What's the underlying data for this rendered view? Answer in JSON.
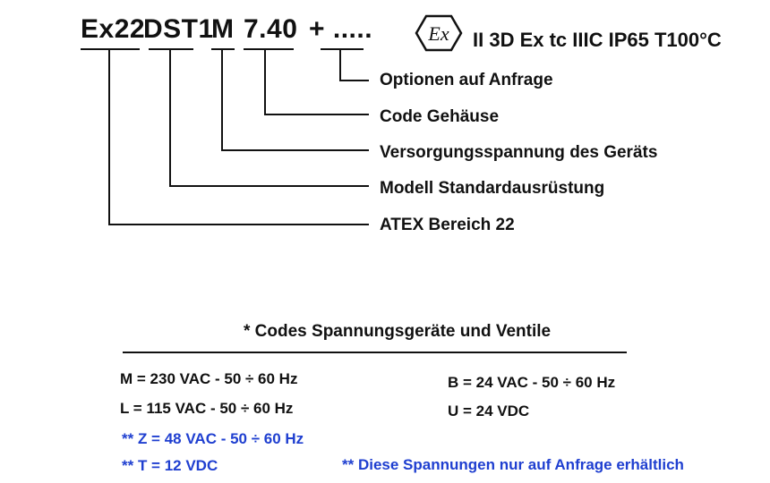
{
  "code": {
    "segments": [
      "Ex22",
      "DST1",
      "M",
      "7.40",
      "+ ....."
    ]
  },
  "certification": {
    "icon": "ex-hexagon-icon",
    "text": "II 3D Ex tc IIIC IP65 T100°C"
  },
  "labels": [
    "Optionen auf Anfrage",
    "Code Gehäuse",
    "Versorgungsspannung des Geräts",
    "Modell Standardausrüstung",
    "ATEX Bereich 22"
  ],
  "legend": {
    "title": "* Codes Spannungsgeräte und Ventile",
    "left_col": [
      "M = 230 VAC - 50 ÷ 60 Hz",
      "L = 115 VAC - 50 ÷ 60 Hz"
    ],
    "right_col": [
      "B = 24 VAC - 50 ÷ 60 Hz",
      "U = 24 VDC"
    ],
    "on_request": [
      "** Z = 48 VAC - 50 ÷ 60 Hz",
      "** T = 12 VDC"
    ],
    "note": "** Diese Spannungen nur auf Anfrage erhältlich"
  },
  "colors": {
    "text": "#111111",
    "accent_blue": "#1f3fd0"
  }
}
